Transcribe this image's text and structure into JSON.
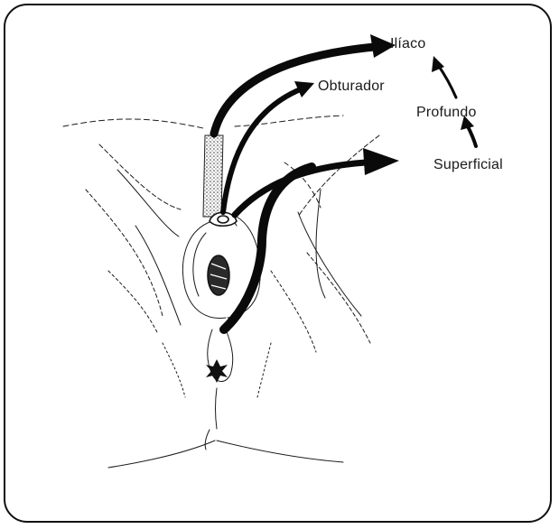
{
  "labels": {
    "iliaco": "Ilíaco",
    "obturador": "Obturador",
    "profundo": "Profundo",
    "superficial": "Superficial"
  },
  "colors": {
    "ink": "#111111",
    "frame": "#111111",
    "background": "#ffffff"
  },
  "icons": {
    "arrow": "arrow-head-icon"
  }
}
